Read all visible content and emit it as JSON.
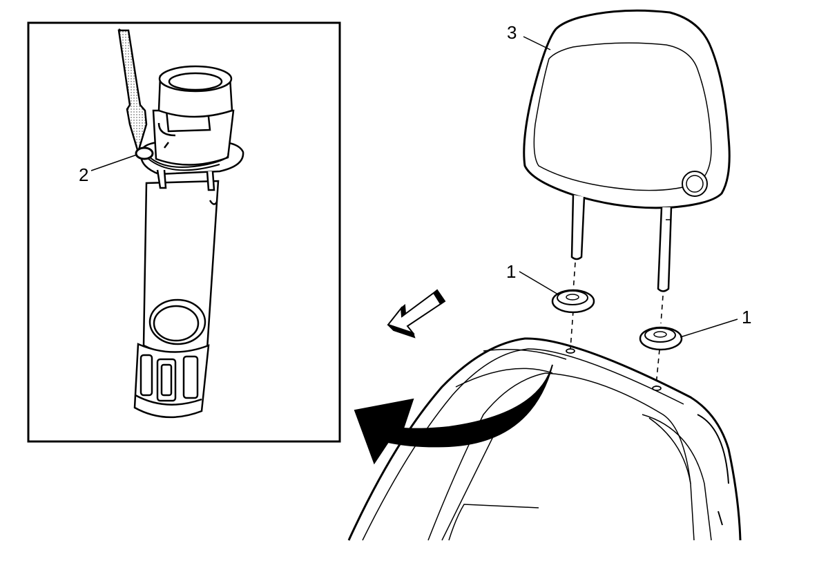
{
  "callouts": {
    "grommet_left": "1",
    "grommet_right": "1",
    "release_clip": "2",
    "headrest": "3"
  },
  "parts": {
    "inset_detail": "guide-sleeve-detail",
    "screwdriver": "flat-blade-screwdriver",
    "headrest": "head-restraint",
    "seatback": "seatback-top"
  },
  "icons": {
    "direction_arrow": "forward-direction-arrow-icon",
    "rotate_arrow": "curved-rotate-arrow-icon"
  },
  "colors": {
    "line": "#000000",
    "background": "#ffffff",
    "screwdriver_shade": "#9a9a9a"
  }
}
